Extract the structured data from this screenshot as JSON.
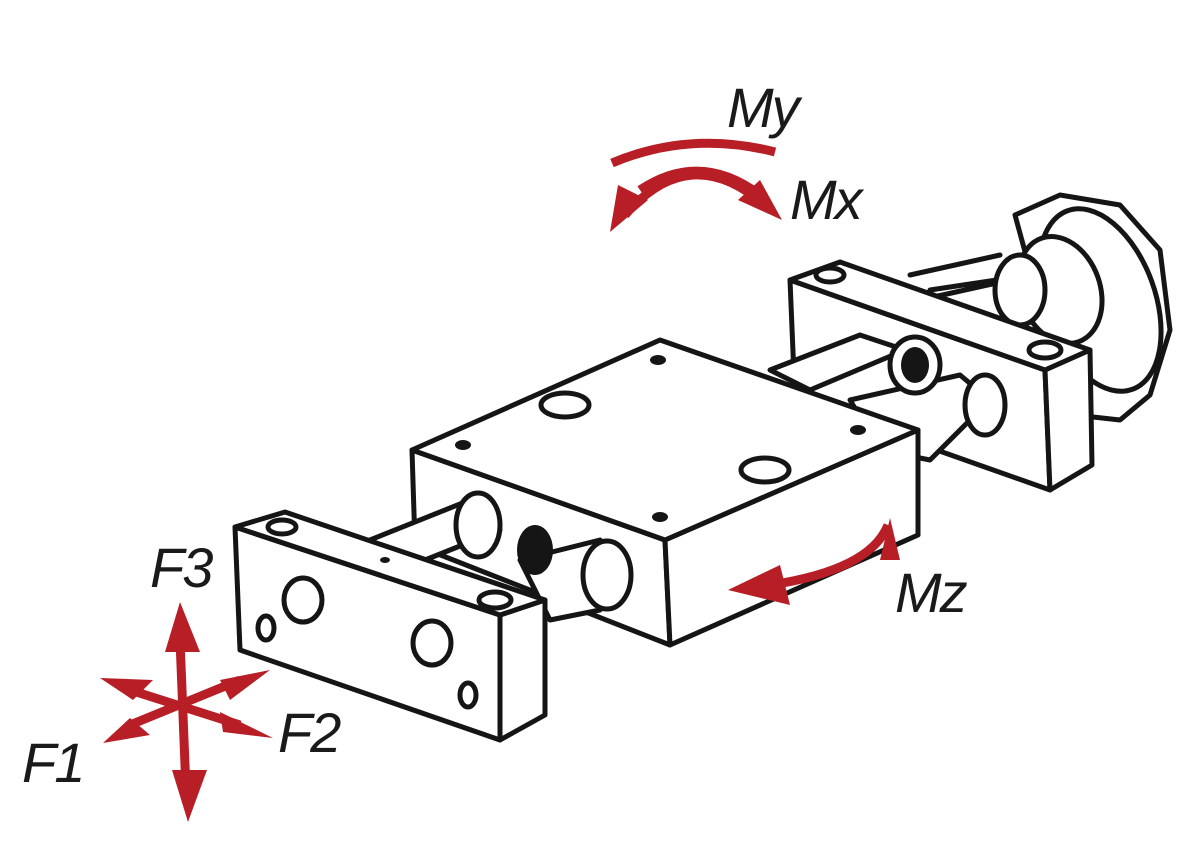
{
  "labels": {
    "my": "My",
    "mx": "Mx",
    "mz": "Mz",
    "f1": "F1",
    "f2": "F2",
    "f3": "F3"
  },
  "colors": {
    "arrow": "#B81E25",
    "line": "#151515"
  },
  "icons": [
    "linear-slide-unit",
    "force-arrows",
    "moment-arrows"
  ]
}
